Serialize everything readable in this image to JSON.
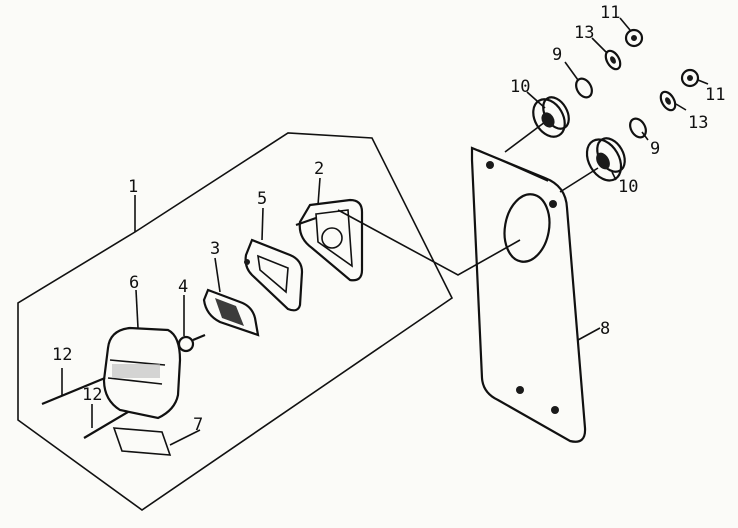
{
  "diagram": {
    "type": "exploded-parts-view",
    "callouts": [
      "1",
      "2",
      "3",
      "4",
      "5",
      "6",
      "7",
      "8",
      "9",
      "9",
      "10",
      "10",
      "11",
      "11",
      "12",
      "12",
      "13",
      "13"
    ]
  }
}
